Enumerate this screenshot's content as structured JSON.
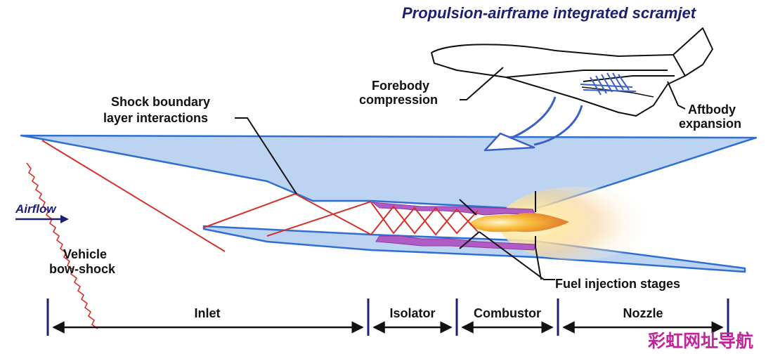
{
  "title": "Propulsion-airframe integrated scramjet",
  "labels": {
    "airflow": "Airflow",
    "shock_boundary_line1": "Shock boundary",
    "shock_boundary_line2": "layer interactions",
    "forebody_line1": "Forebody",
    "forebody_line2": "compression",
    "aftbody_line1": "Aftbody",
    "aftbody_line2": "expansion",
    "bow_shock_line1": "Vehicle",
    "bow_shock_line2": "bow-shock",
    "fuel_injection": "Fuel injection stages"
  },
  "sections": [
    "Inlet",
    "Isolator",
    "Combustor",
    "Nozzle"
  ],
  "watermark": "彩虹网址导航",
  "colors": {
    "title": "#1c2070",
    "engine_fill": "#bcd4f2",
    "engine_edge": "#2f6fd1",
    "shock": "#d4312a",
    "combustion": "#b15bc4",
    "flame": "#f5b840",
    "watermark": "#c0269a"
  }
}
